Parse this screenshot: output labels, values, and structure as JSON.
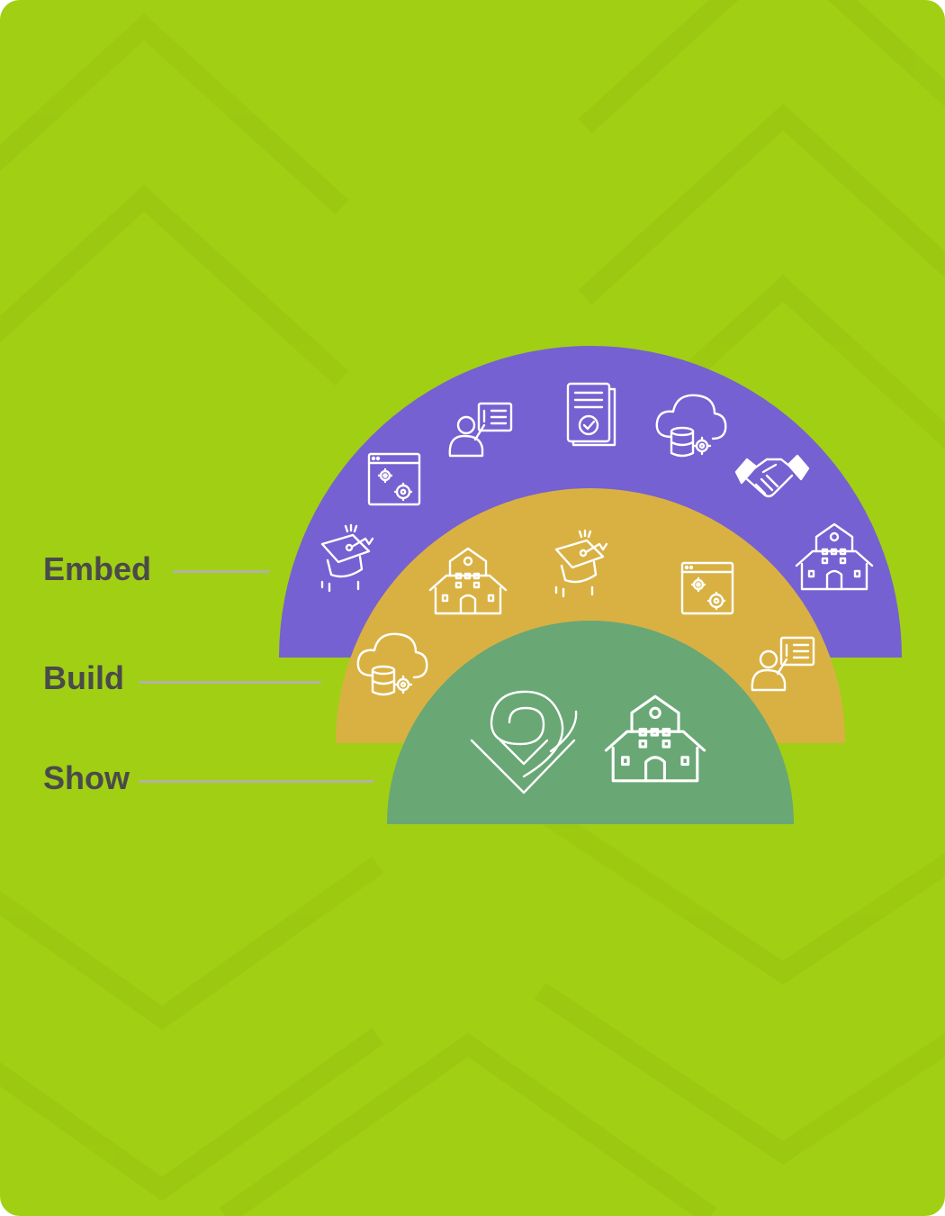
{
  "layers": [
    {
      "id": "embed",
      "label": "Embed",
      "color": "#7561d1",
      "icons": [
        "mortarboard-icon",
        "settings-window-icon",
        "presentation-icon",
        "document-check-icon",
        "cloud-database-icon",
        "handshake-icon",
        "school-building-icon"
      ]
    },
    {
      "id": "build",
      "label": "Build",
      "color": "#d9b143",
      "icons": [
        "cloud-database-icon",
        "school-building-icon",
        "mortarboard-icon",
        "settings-window-icon",
        "presentation-icon"
      ]
    },
    {
      "id": "show",
      "label": "Show",
      "color": "#69a775",
      "icons": [
        "spiral-logo-icon",
        "school-building-icon"
      ]
    }
  ],
  "colors": {
    "background": "#a1cf14",
    "label_text": "#4a4a4a",
    "leader_line": "#b2b2a4",
    "icon_stroke": "#ffffff"
  }
}
